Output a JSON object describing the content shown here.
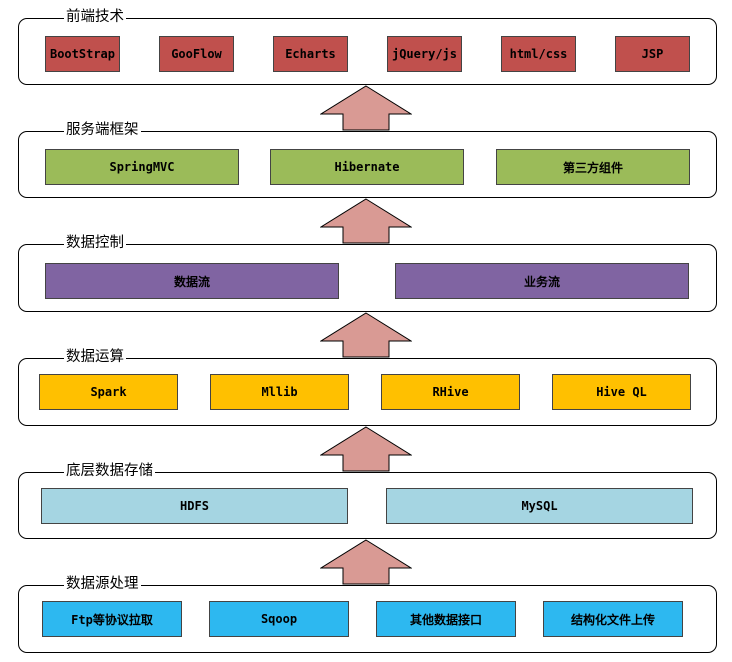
{
  "layers": [
    {
      "title": "前端技术",
      "color": "#c0504d",
      "items": [
        "BootStrap",
        "GooFlow",
        "Echarts",
        "jQuery/js",
        "html/css",
        "JSP"
      ]
    },
    {
      "title": "服务端框架",
      "color": "#9bbb59",
      "items": [
        "SpringMVC",
        "Hibernate",
        "第三方组件"
      ]
    },
    {
      "title": "数据控制",
      "color": "#8064a2",
      "items": [
        "数据流",
        "业务流"
      ]
    },
    {
      "title": "数据运算",
      "color": "#ffc000",
      "items": [
        "Spark",
        "Mllib",
        "RHive",
        "Hive QL"
      ]
    },
    {
      "title": "底层数据存储",
      "color": "#a5d5e2",
      "items": [
        "HDFS",
        "MySQL"
      ]
    },
    {
      "title": "数据源处理",
      "color": "#2db8f0",
      "items": [
        "Ftp等协议拉取",
        "Sqoop",
        "其他数据接口",
        "结构化文件上传"
      ]
    }
  ],
  "arrow_color": "#d99a94"
}
